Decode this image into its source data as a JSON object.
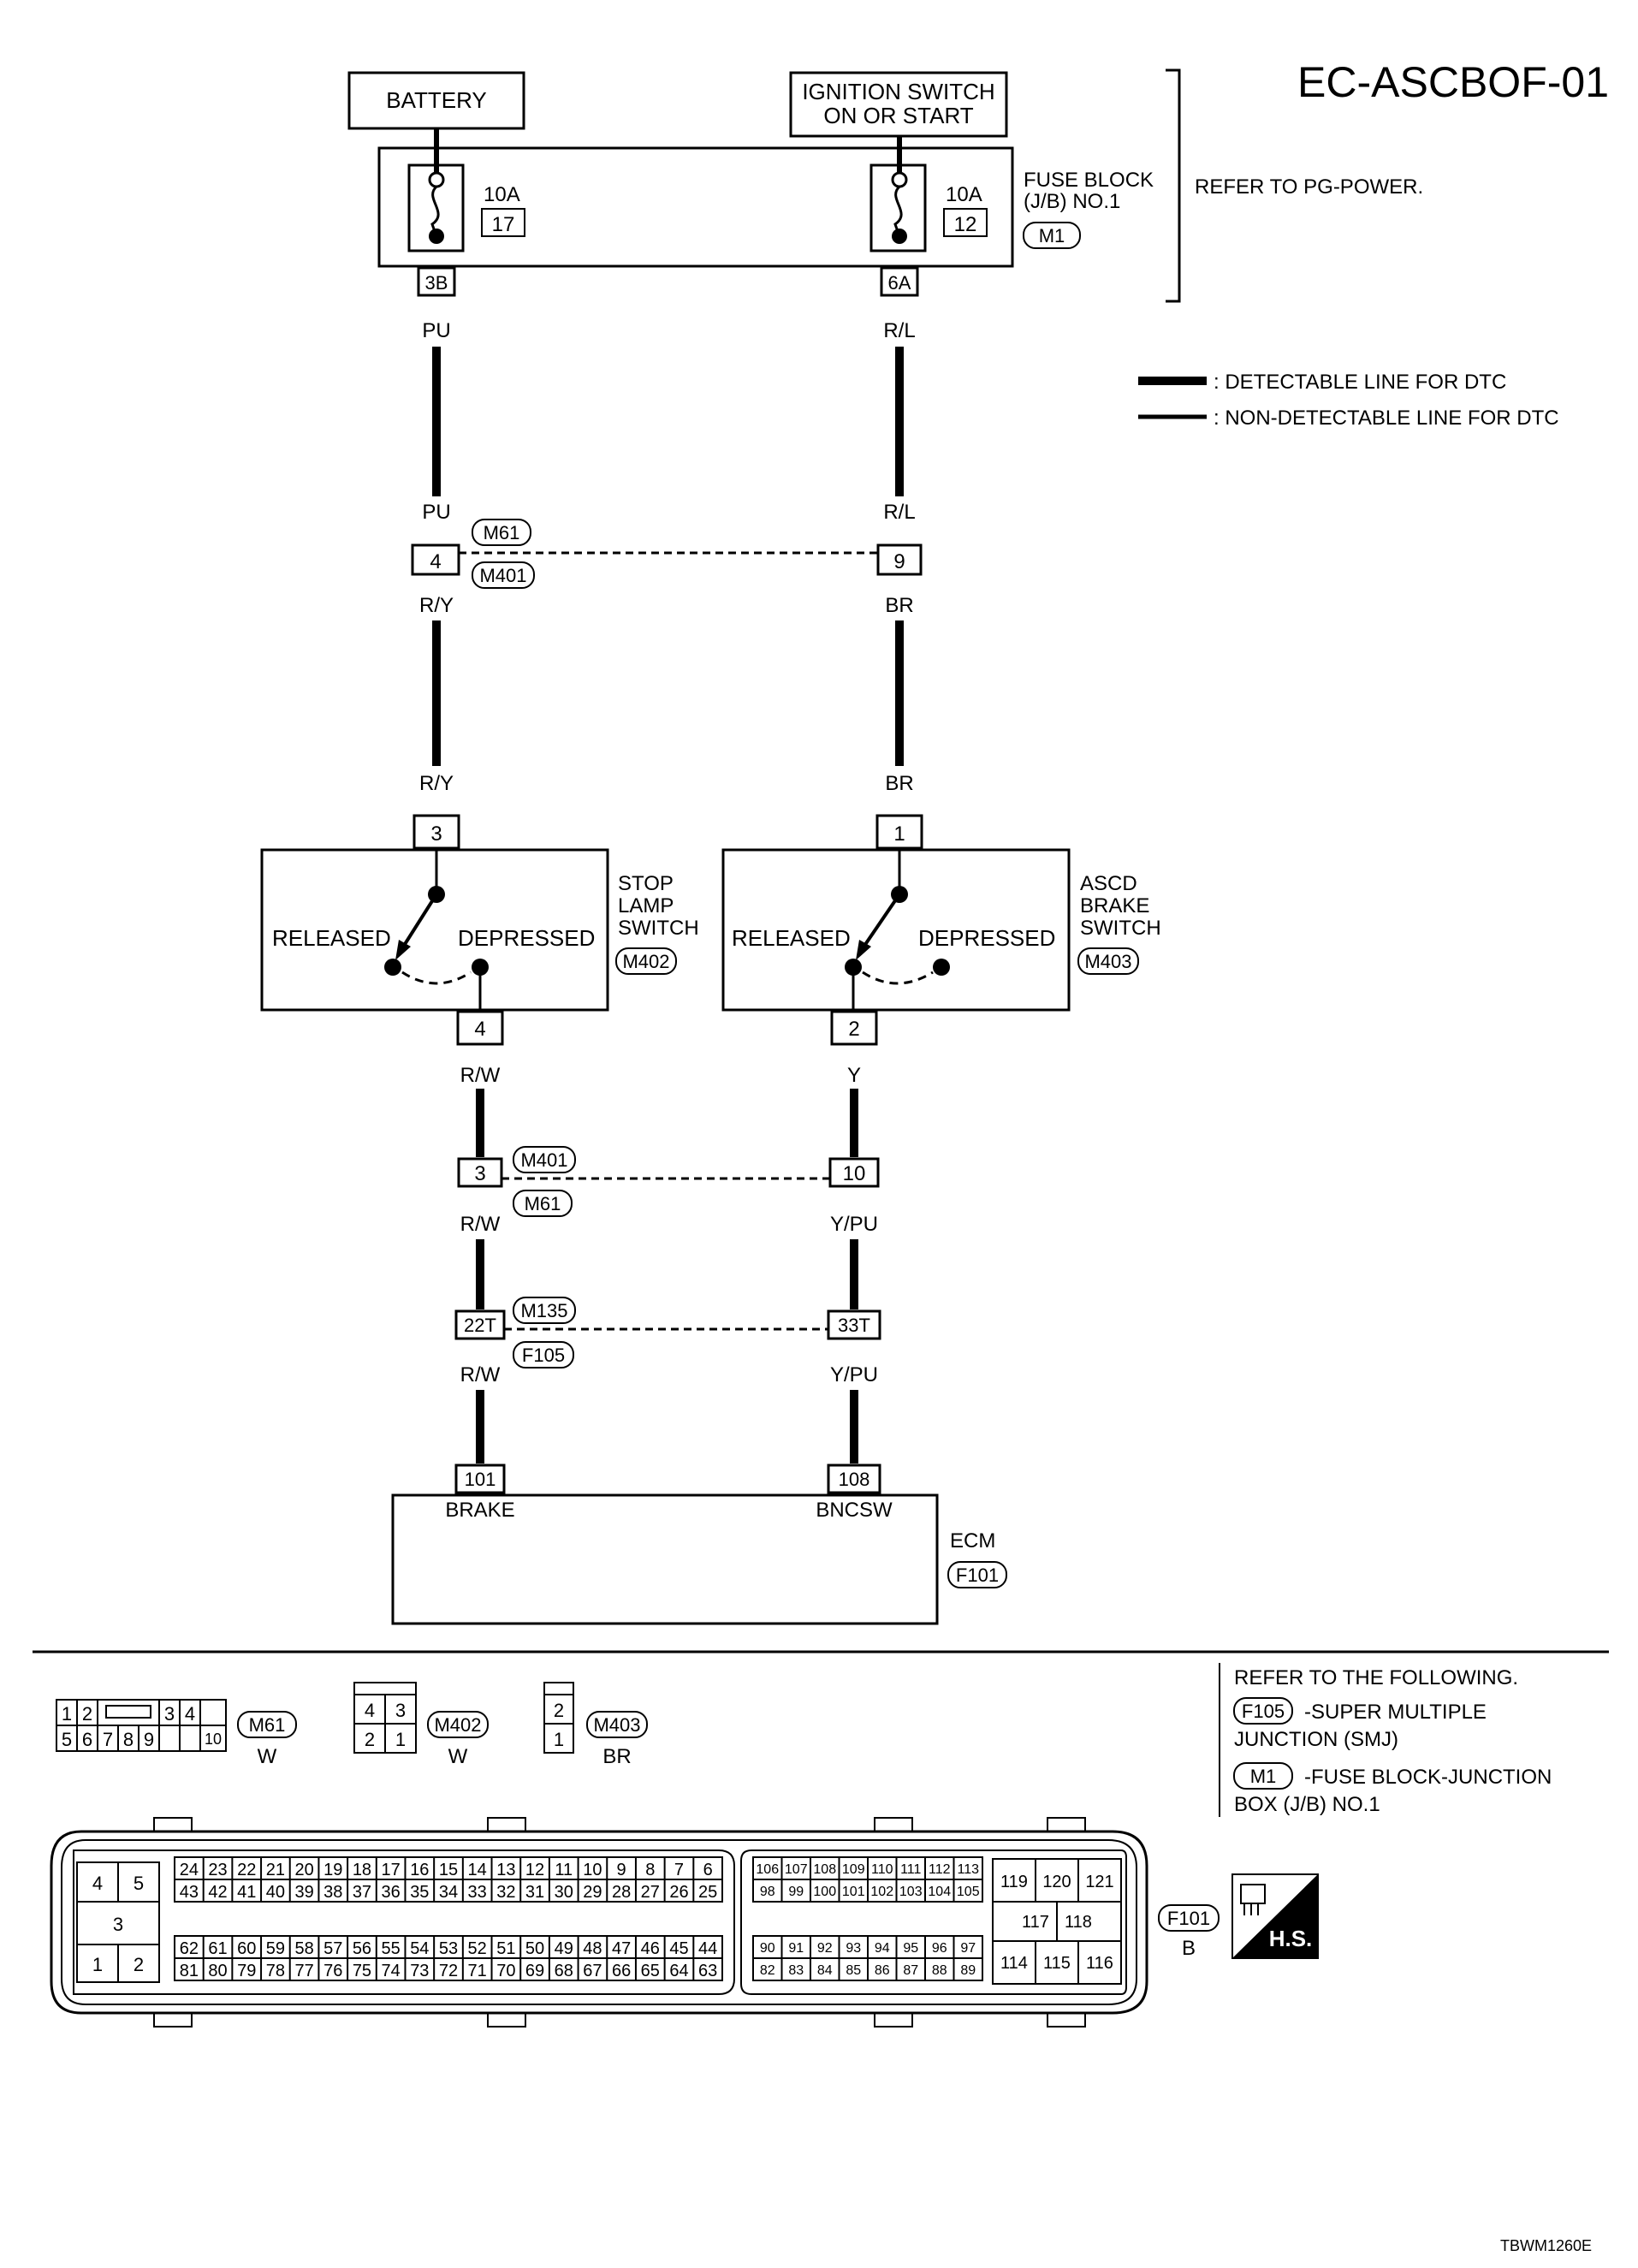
{
  "title": "EC-ASCBOF-01",
  "power": {
    "battery": "BATTERY",
    "ignition_line1": "IGNITION SWITCH",
    "ignition_line2": "ON OR START",
    "fuse_left_amp": "10A",
    "fuse_left_num": "17",
    "fuse_right_amp": "10A",
    "fuse_right_num": "12",
    "fuse_block_line1": "FUSE BLOCK",
    "fuse_block_line2": "(J/B) NO.1",
    "fuse_block_conn": "M1",
    "pin_left": "3B",
    "pin_right": "6A",
    "refer": "REFER TO PG-POWER."
  },
  "legend": {
    "detectable": ": DETECTABLE LINE FOR DTC",
    "non_detectable": ": NON-DETECTABLE LINE FOR DTC"
  },
  "wires": {
    "pu": "PU",
    "rl": "R/L",
    "ry": "R/Y",
    "br": "BR",
    "rw": "R/W",
    "y": "Y",
    "ypu": "Y/PU"
  },
  "connectors": {
    "m61": "M61",
    "m401": "M401",
    "m402": "M402",
    "m403": "M403",
    "m135": "M135",
    "f105": "F105",
    "f101": "F101",
    "m1": "M1",
    "pin_4": "4",
    "pin_9": "9",
    "pin_3": "3",
    "pin_1": "1",
    "pin_2": "2",
    "pin_10": "10",
    "pin_22t": "22T",
    "pin_33t": "33T",
    "pin_101": "101",
    "pin_108": "108"
  },
  "switches": {
    "stop_lamp_line1": "STOP",
    "stop_lamp_line2": "LAMP",
    "stop_lamp_line3": "SWITCH",
    "ascd_line1": "ASCD",
    "ascd_line2": "BRAKE",
    "ascd_line3": "SWITCH",
    "released": "RELEASED",
    "depressed": "DEPRESSED"
  },
  "ecm": {
    "label": "ECM",
    "brake": "BRAKE",
    "bncsw": "BNCSW"
  },
  "bottom": {
    "refer_heading": "REFER TO THE FOLLOWING.",
    "f105_desc1": "-SUPER MULTIPLE",
    "f105_desc2": "JUNCTION (SMJ)",
    "m1_desc1": "-FUSE BLOCK-JUNCTION",
    "m1_desc2": "BOX (J/B) NO.1",
    "m61_color": "W",
    "m402_color": "W",
    "m403_color": "BR",
    "f101_color": "B",
    "hs": "H.S.",
    "code": "TBWM1260E"
  },
  "pinouts": {
    "m61_row1": [
      "1",
      "2",
      "",
      "3",
      "4"
    ],
    "m61_row2": [
      "5",
      "6",
      "7",
      "8",
      "9",
      "10"
    ],
    "m402_row1": [
      "4",
      "3"
    ],
    "m402_row2": [
      "2",
      "1"
    ],
    "m403": [
      "2",
      "1"
    ],
    "f101_block1_top": [
      "4",
      "5"
    ],
    "f101_block1_mid": [
      "3"
    ],
    "f101_block1_bot": [
      "1",
      "2"
    ],
    "f101_r1": [
      "24",
      "23",
      "22",
      "21",
      "20",
      "19",
      "18",
      "17",
      "16",
      "15",
      "14",
      "13",
      "12",
      "11",
      "10",
      "9",
      "8",
      "7",
      "6"
    ],
    "f101_r2": [
      "43",
      "42",
      "41",
      "40",
      "39",
      "38",
      "37",
      "36",
      "35",
      "34",
      "33",
      "32",
      "31",
      "30",
      "29",
      "28",
      "27",
      "26",
      "25"
    ],
    "f101_r3": [
      "62",
      "61",
      "60",
      "59",
      "58",
      "57",
      "56",
      "55",
      "54",
      "53",
      "52",
      "51",
      "50",
      "49",
      "48",
      "47",
      "46",
      "45",
      "44"
    ],
    "f101_r4": [
      "81",
      "80",
      "79",
      "78",
      "77",
      "76",
      "75",
      "74",
      "73",
      "72",
      "71",
      "70",
      "69",
      "68",
      "67",
      "66",
      "65",
      "64",
      "63"
    ],
    "f101_r5": [
      "106",
      "107",
      "108",
      "109",
      "110",
      "111",
      "112",
      "113"
    ],
    "f101_r6": [
      "98",
      "99",
      "100",
      "101",
      "102",
      "103",
      "104",
      "105"
    ],
    "f101_r7": [
      "90",
      "91",
      "92",
      "93",
      "94",
      "95",
      "96",
      "97"
    ],
    "f101_r8": [
      "82",
      "83",
      "84",
      "85",
      "86",
      "87",
      "88",
      "89"
    ],
    "f101_r9": [
      "119",
      "120",
      "121"
    ],
    "f101_r10": [
      "117",
      "118"
    ],
    "f101_r11": [
      "114",
      "115",
      "116"
    ]
  }
}
